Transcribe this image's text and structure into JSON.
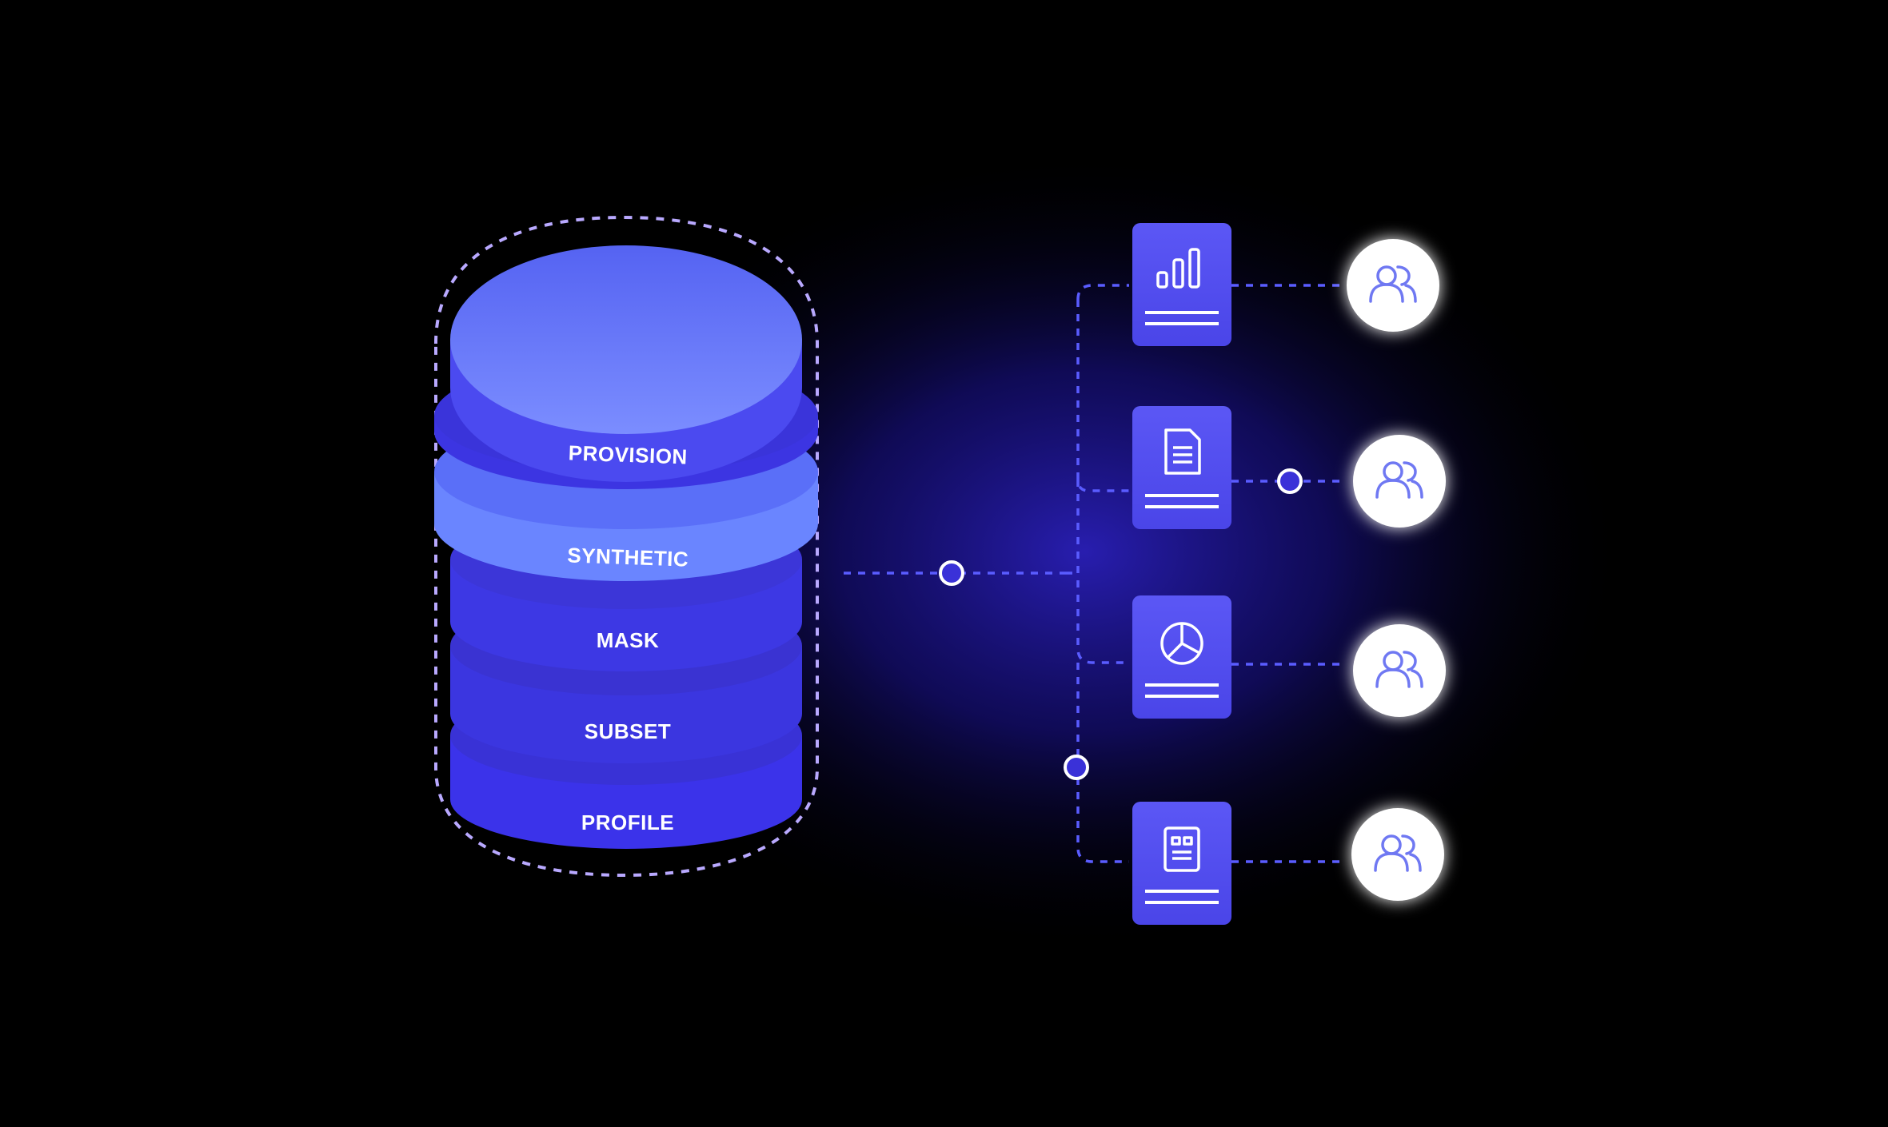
{
  "database": {
    "layers": [
      {
        "key": "provision",
        "label": "PROVISION"
      },
      {
        "key": "synthetic",
        "label": "SYNTHETIC"
      },
      {
        "key": "mask",
        "label": "MASK"
      },
      {
        "key": "subset",
        "label": "SUBSET"
      },
      {
        "key": "profile",
        "label": "PROFILE"
      }
    ]
  },
  "outputs": [
    {
      "icon": "bar-chart-icon",
      "consumer_icon": "users-icon"
    },
    {
      "icon": "document-icon",
      "consumer_icon": "users-icon"
    },
    {
      "icon": "pie-chart-icon",
      "consumer_icon": "users-icon"
    },
    {
      "icon": "tablet-dashboard-icon",
      "consumer_icon": "users-icon"
    }
  ],
  "colors": {
    "background": "#000000",
    "accent": "#4b44f0",
    "accent_light": "#6f86ff",
    "connector": "#5a5cff",
    "border_dotted": "#b9a9ff"
  }
}
